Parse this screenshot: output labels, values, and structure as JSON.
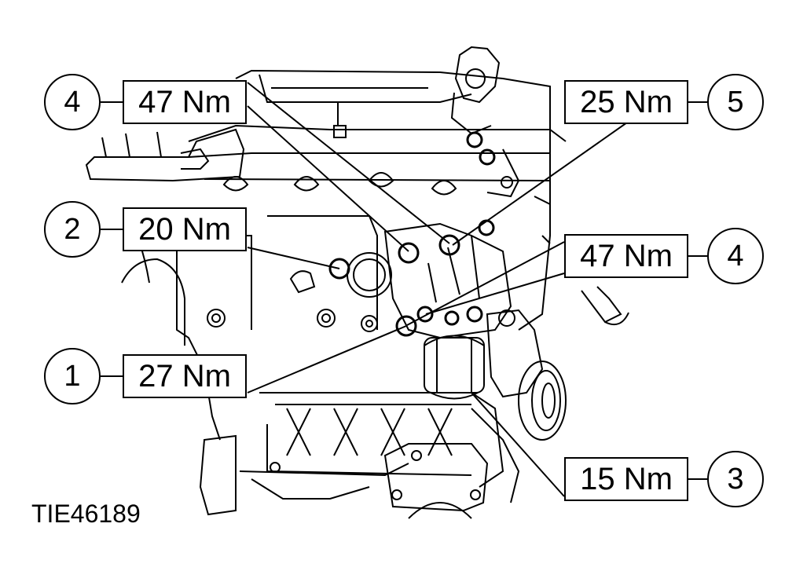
{
  "figure_id": "TIE46189",
  "callouts": [
    {
      "number": "4",
      "torque": "47 Nm"
    },
    {
      "number": "5",
      "torque": "25 Nm"
    },
    {
      "number": "2",
      "torque": "20 Nm"
    },
    {
      "number": "4",
      "torque": "47 Nm"
    },
    {
      "number": "1",
      "torque": "27 Nm"
    },
    {
      "number": "3",
      "torque": "15 Nm"
    }
  ],
  "colors": {
    "ink": "#000000",
    "paper": "#ffffff"
  }
}
